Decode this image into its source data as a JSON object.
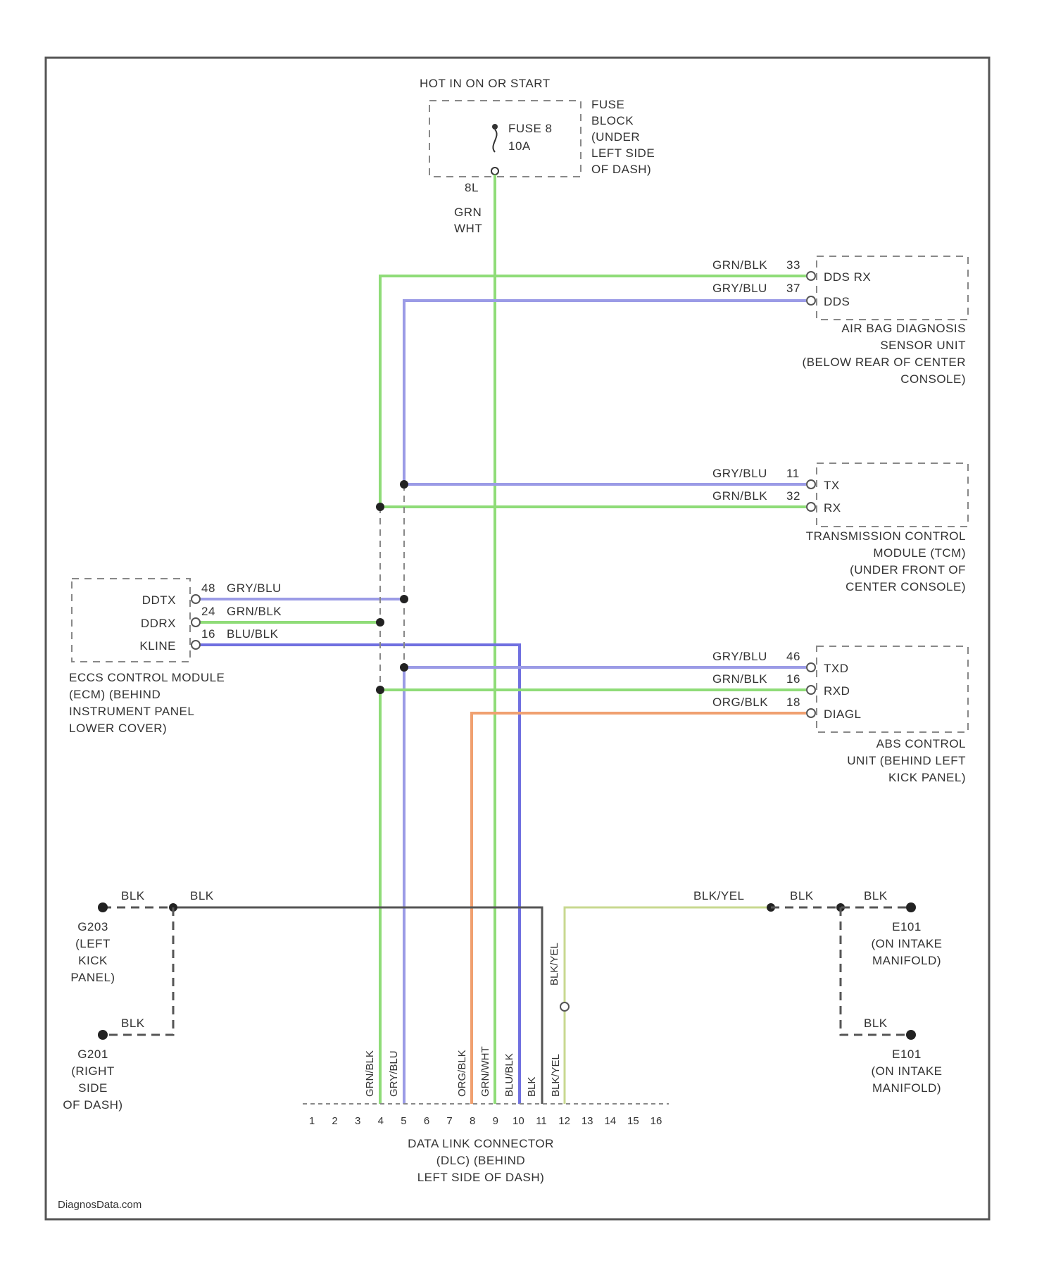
{
  "colors": {
    "green": "#8fdc78",
    "violet": "#9b9be6",
    "orange": "#f0a070",
    "black": "#555555",
    "yellow_green": "#c8d890",
    "frame": "#555555",
    "dash": "#888888"
  },
  "fuse_block": {
    "header": "HOT IN ON OR START",
    "fuse": [
      "FUSE 8",
      "10A"
    ],
    "location": [
      "FUSE",
      "BLOCK",
      "(UNDER",
      "LEFT SIDE",
      "OF DASH)"
    ],
    "terminal": "8L",
    "wire": [
      "GRN",
      "WHT"
    ]
  },
  "air_bag": {
    "wires": [
      "GRN/BLK",
      "GRY/BLU"
    ],
    "pins": [
      "33",
      "37"
    ],
    "terminals": [
      "DDS RX",
      "DDS"
    ],
    "name": [
      "AIR BAG DIAGNOSIS",
      "SENSOR UNIT",
      "(BELOW REAR OF CENTER",
      "CONSOLE)"
    ]
  },
  "tcm": {
    "wires": [
      "GRY/BLU",
      "GRN/BLK"
    ],
    "pins": [
      "11",
      "32"
    ],
    "terminals": [
      "TX",
      "RX"
    ],
    "name": [
      "TRANSMISSION CONTROL",
      "MODULE (TCM)",
      "(UNDER FRONT OF",
      "CENTER CONSOLE)"
    ]
  },
  "ecm": {
    "pins": [
      "48",
      "24",
      "16"
    ],
    "wires": [
      "GRY/BLU",
      "GRN/BLK",
      "BLU/BLK"
    ],
    "terminals": [
      "DDTX",
      "DDRX",
      "KLINE"
    ],
    "name": [
      "ECCS CONTROL MODULE",
      "(ECM) (BEHIND",
      "INSTRUMENT PANEL",
      "LOWER COVER)"
    ]
  },
  "abs": {
    "wires": [
      "GRY/BLU",
      "GRN/BLK",
      "ORG/BLK"
    ],
    "pins": [
      "46",
      "16",
      "18"
    ],
    "terminals": [
      "TXD",
      "RXD",
      "DIAGL"
    ],
    "name": [
      "ABS CONTROL",
      "UNIT (BEHIND LEFT",
      "KICK PANEL)"
    ]
  },
  "grounds": {
    "wire_blk": "BLK",
    "wire_blk_yel": "BLK/YEL",
    "g203": [
      "G203",
      "(LEFT",
      "KICK",
      "PANEL)"
    ],
    "g201": [
      "G201",
      "(RIGHT",
      "SIDE",
      "OF DASH)"
    ],
    "e101_top": [
      "E101",
      "(ON INTAKE",
      "MANIFOLD)"
    ],
    "e101_bottom": [
      "E101",
      "(ON INTAKE",
      "MANIFOLD)"
    ]
  },
  "dlc": {
    "pins": [
      "1",
      "2",
      "3",
      "4",
      "5",
      "6",
      "7",
      "8",
      "9",
      "10",
      "11",
      "12",
      "13",
      "14",
      "15",
      "16"
    ],
    "wire_labels": {
      "p4": "GRN/BLK",
      "p5": "GRY/BLU",
      "p8": "ORG/BLK",
      "p9": "GRN/WHT",
      "p10": "BLU/BLK",
      "p11": "BLK",
      "p12": "BLK/YEL"
    },
    "name": [
      "DATA LINK CONNECTOR",
      "(DLC) (BEHIND",
      "LEFT SIDE OF DASH)"
    ]
  },
  "watermark": "DiagnosData.com"
}
